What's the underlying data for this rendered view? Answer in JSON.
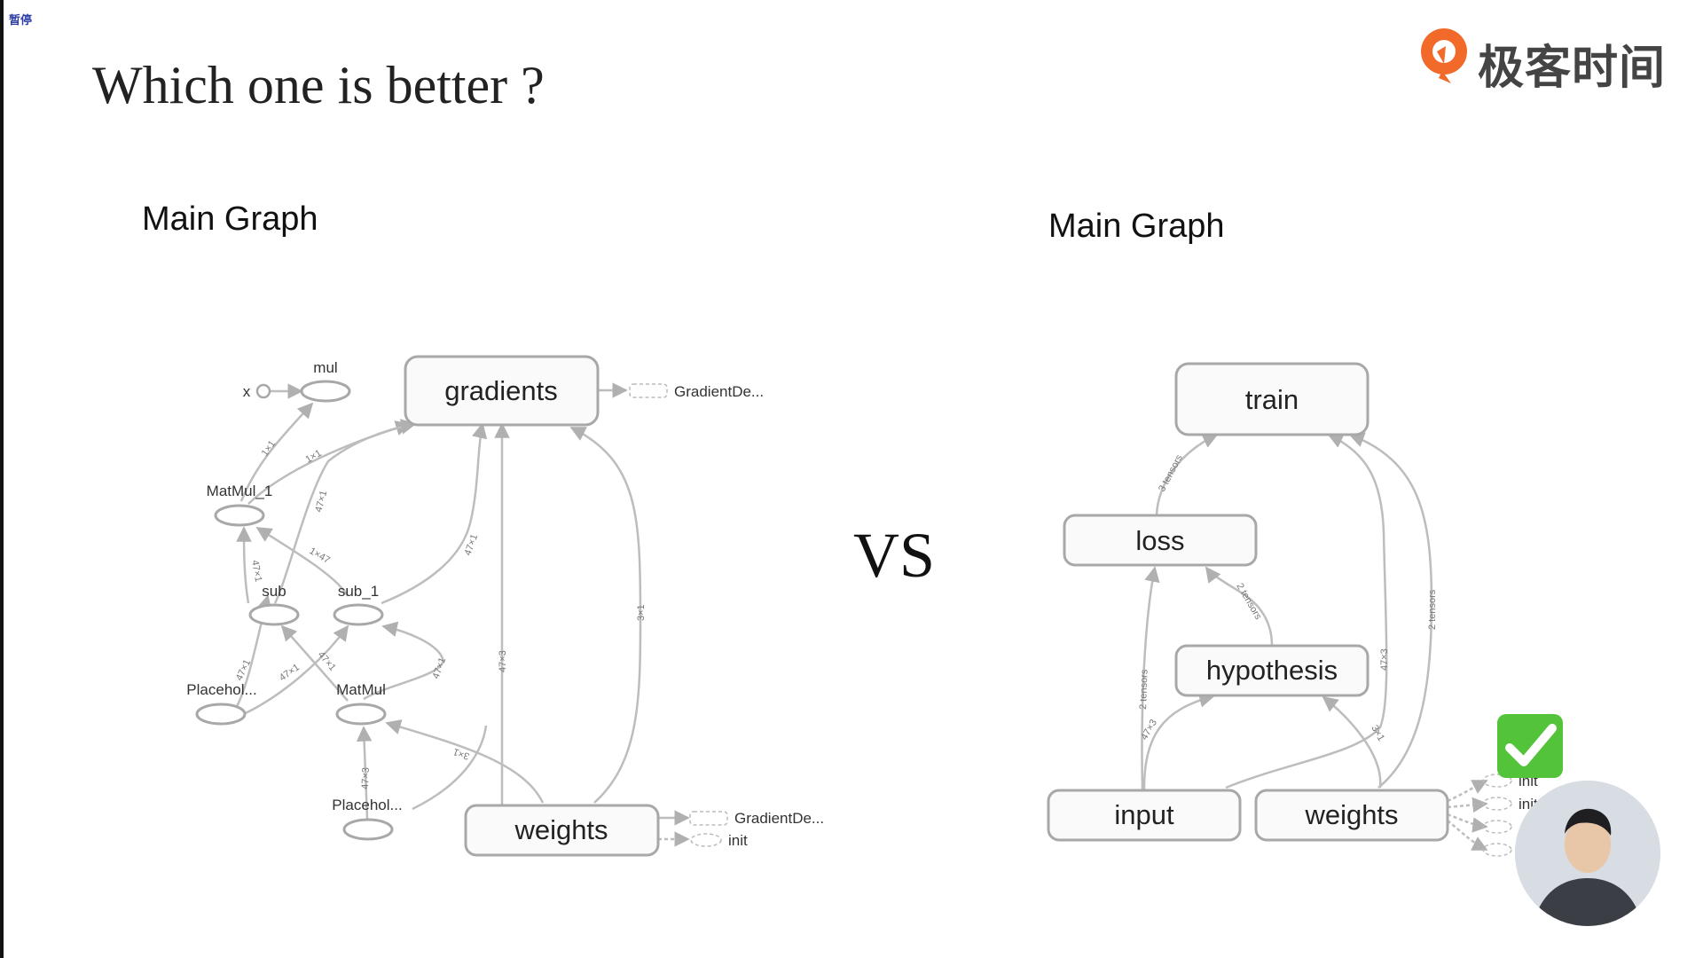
{
  "overlay": {
    "pause_tag": "暂停"
  },
  "slide": {
    "title": "Which one is better ?",
    "vs": "VS",
    "logo_text": "极客时间",
    "brand_color": "#f26a2a"
  },
  "left_graph": {
    "title": "Main Graph",
    "nodes": {
      "gradients": "gradients",
      "weights": "weights",
      "mul": "mul",
      "x": "x",
      "matmul_1": "MatMul_1",
      "sub": "sub",
      "sub_1": "sub_1",
      "placeholder_a": "Placehol...",
      "placeholder_b": "Placehol...",
      "matmul": "MatMul",
      "gradient_descent_top": "GradientDe...",
      "gradient_descent_bottom": "GradientDe...",
      "init": "init"
    },
    "edge_labels": {
      "x_to_mul": "1×1",
      "matmul1_to_grad": "1×1",
      "sub_to_grad": "47×1",
      "sub1_to_grad": "47×1",
      "matmul1_sub": "47×1",
      "sub1_matmul1": "1×47",
      "placeholder_to_sub": "47×1",
      "placeholder_to_sub1": "47×1",
      "matmul_to_sub": "47×1",
      "matmul_to_sub1": "47×1",
      "placeholder_b_to_matmul": "47×3",
      "weights_to_matmul": "3×1",
      "weights_to_grad_mid": "47×3",
      "weights_to_grad_right": "3×1"
    }
  },
  "right_graph": {
    "title": "Main Graph",
    "nodes": {
      "train": "train",
      "loss": "loss",
      "hypothesis": "hypothesis",
      "input": "input",
      "weights": "weights",
      "init_1": "init",
      "init_2": "init"
    },
    "edge_labels": {
      "loss_to_train": "3 tensors",
      "hyp_to_loss": "2 tensors",
      "input_to_loss": "2 tensors",
      "input_to_hyp": "47×3",
      "weights_to_hyp": "3×1",
      "weights_to_train_a": "47×3",
      "weights_to_train_b": "2 tensors"
    }
  },
  "colors": {
    "edge": "#bdbdbd",
    "node_border": "#a8a8a8",
    "node_fill": "#fafafa",
    "check": "#53c43a"
  }
}
